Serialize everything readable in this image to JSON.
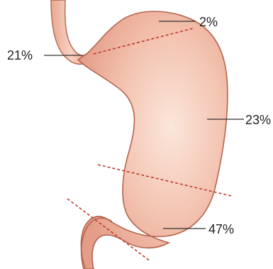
{
  "regions": [
    {
      "id": "fundus",
      "label": "2%"
    },
    {
      "id": "cardia",
      "label": "21%"
    },
    {
      "id": "body",
      "label": "23%"
    },
    {
      "id": "antrum",
      "label": "47%"
    }
  ],
  "colors": {
    "tissue_light": "#fbe1d4",
    "tissue_mid": "#f2b9a4",
    "tissue_dark": "#e29b86",
    "outline": "#b5644e",
    "divider": "#c0392b",
    "callout": "#333333"
  }
}
